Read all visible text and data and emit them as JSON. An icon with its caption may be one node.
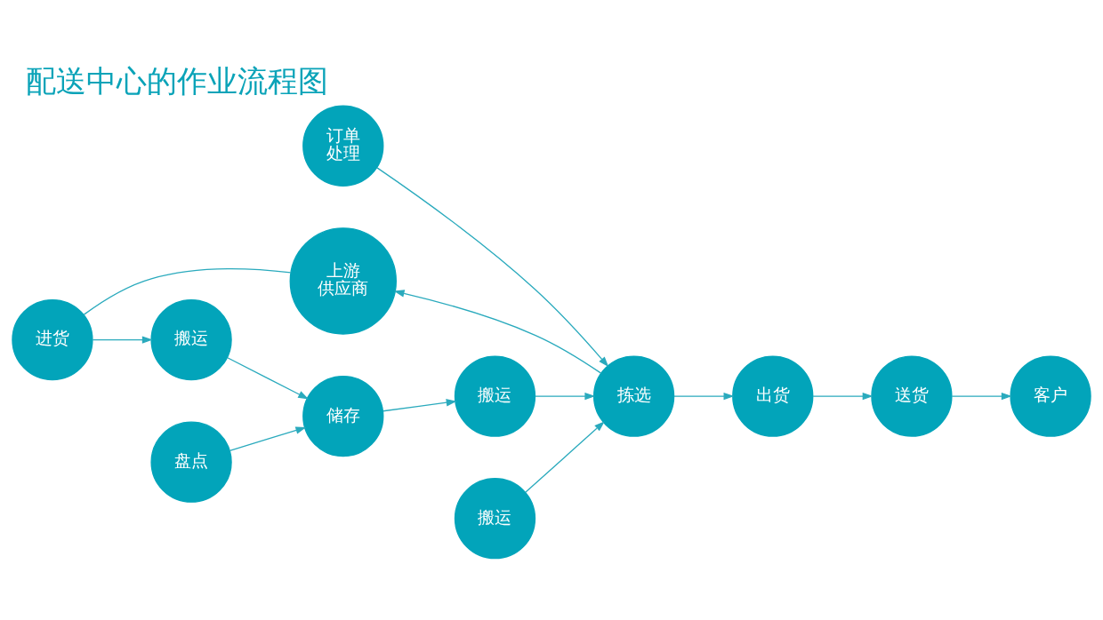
{
  "diagram": {
    "title": "配送中心的作业流程图",
    "nodes": [
      {
        "text": [
          "上游供应商"
        ]
      },
      {
        "text": [
          "进货"
        ]
      },
      {
        "text": [
          "订单处理"
        ]
      },
      {
        "text": [
          "拣选"
        ]
      },
      {
        "text": [
          "出货"
        ]
      },
      {
        "text": [
          "送货"
        ]
      },
      {
        "text": [
          "客户"
        ]
      },
      {
        "text": [
          "搬运"
        ]
      },
      {
        "text": [
          "储存"
        ]
      },
      {
        "text": [
          "搬运"
        ]
      },
      {
        "text": [
          "盘点"
        ]
      },
      {
        "text": [
          "搬运"
        ]
      }
    ],
    "edges": [
      {
        "from": 0,
        "to": 1,
        "arrow": "none"
      },
      {
        "from": 1,
        "to": 7,
        "arrow": "to"
      },
      {
        "from": 7,
        "to": 8,
        "arrow": "to"
      },
      {
        "from": 10,
        "to": 8,
        "arrow": "to"
      },
      {
        "from": 8,
        "to": 9,
        "arrow": "to"
      },
      {
        "from": 9,
        "to": 3,
        "arrow": "to"
      },
      {
        "from": 11,
        "to": 3,
        "arrow": "to"
      },
      {
        "from": 2,
        "to": 3,
        "arrow": "to"
      },
      {
        "from": 3,
        "to": 0,
        "arrow": "to"
      },
      {
        "from": 3,
        "to": 4,
        "arrow": "to"
      },
      {
        "from": 4,
        "to": 5,
        "arrow": "to"
      },
      {
        "from": 5,
        "to": 6,
        "arrow": "to"
      }
    ]
  }
}
